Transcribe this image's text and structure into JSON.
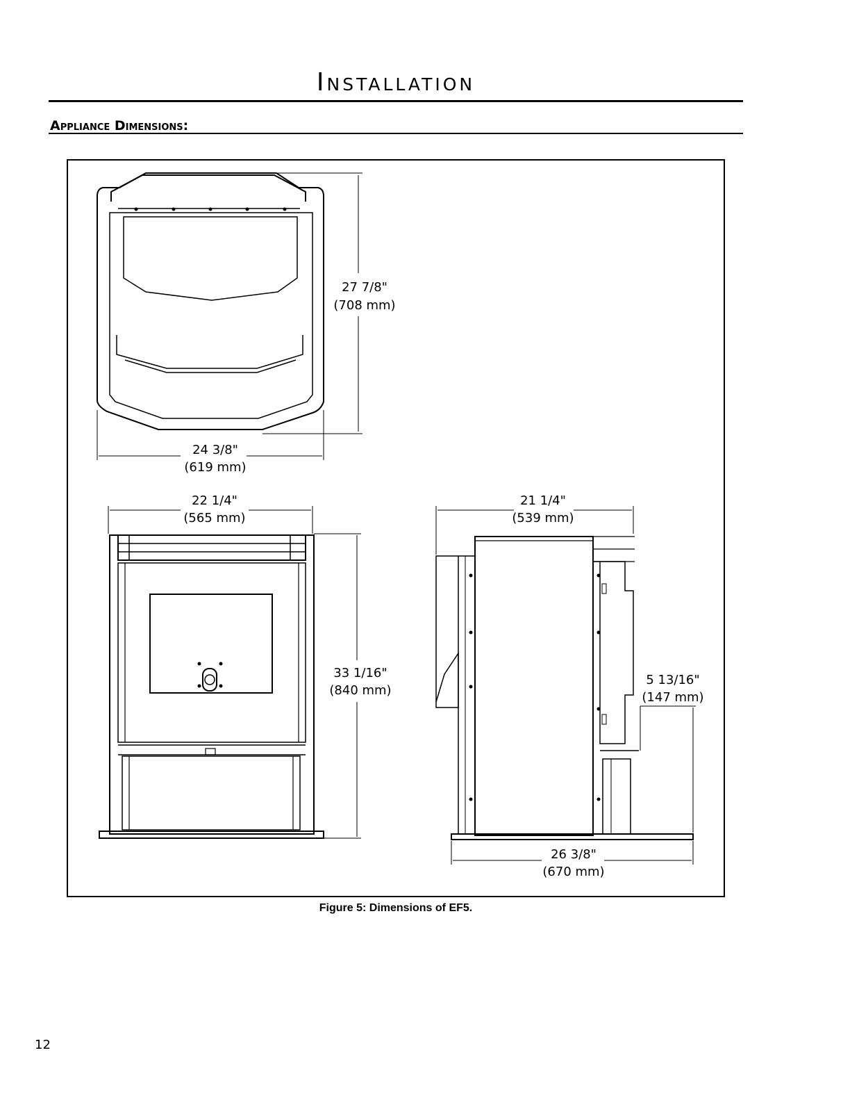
{
  "header": {
    "title": "Installation"
  },
  "section": {
    "heading": "Appliance Dimensions:"
  },
  "figure": {
    "caption": "Figure 5: Dimensions of EF5.",
    "dimensions": {
      "top_depth": {
        "inch": "27 7/8\"",
        "mm": "(708 mm)"
      },
      "top_width": {
        "inch": "24 3/8\"",
        "mm": "(619 mm)"
      },
      "front_width": {
        "inch": "22 1/4\"",
        "mm": "(565 mm)"
      },
      "front_height": {
        "inch": "33 1/16\"",
        "mm": "(840 mm)"
      },
      "side_width": {
        "inch": "21 1/4\"",
        "mm": "(539 mm)"
      },
      "side_flue_height": {
        "inch": "5 13/16\"",
        "mm": "(147 mm)"
      },
      "side_base_depth": {
        "inch": "26 3/8\"",
        "mm": "(670 mm)"
      }
    }
  },
  "footer": {
    "page_number": "12"
  }
}
